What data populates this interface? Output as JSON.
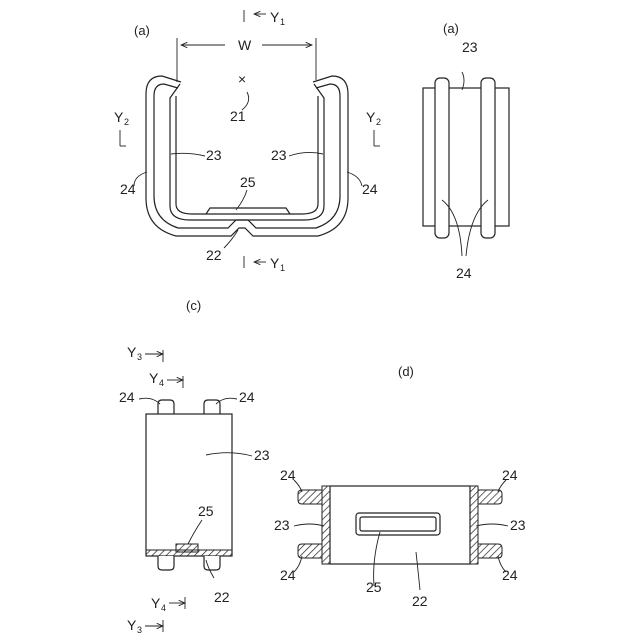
{
  "panels": {
    "top_left": {
      "caption": "(a)"
    },
    "top_right": {
      "caption": "(a)"
    },
    "bottom_left": {
      "caption": "(c)"
    },
    "bottom_right": {
      "caption": "(d)"
    }
  },
  "labels": {
    "width": "W",
    "center_mark": "×",
    "n21": "21",
    "n22": "22",
    "n23": "23",
    "n24": "24",
    "n25": "25"
  },
  "section_marks": {
    "y1": {
      "letter": "Y",
      "sub": "1"
    },
    "y2": {
      "letter": "Y",
      "sub": "2"
    },
    "y3": {
      "letter": "Y",
      "sub": "3"
    },
    "y4": {
      "letter": "Y",
      "sub": "4"
    }
  },
  "colors": {
    "line": "#222222",
    "background": "#ffffff"
  }
}
